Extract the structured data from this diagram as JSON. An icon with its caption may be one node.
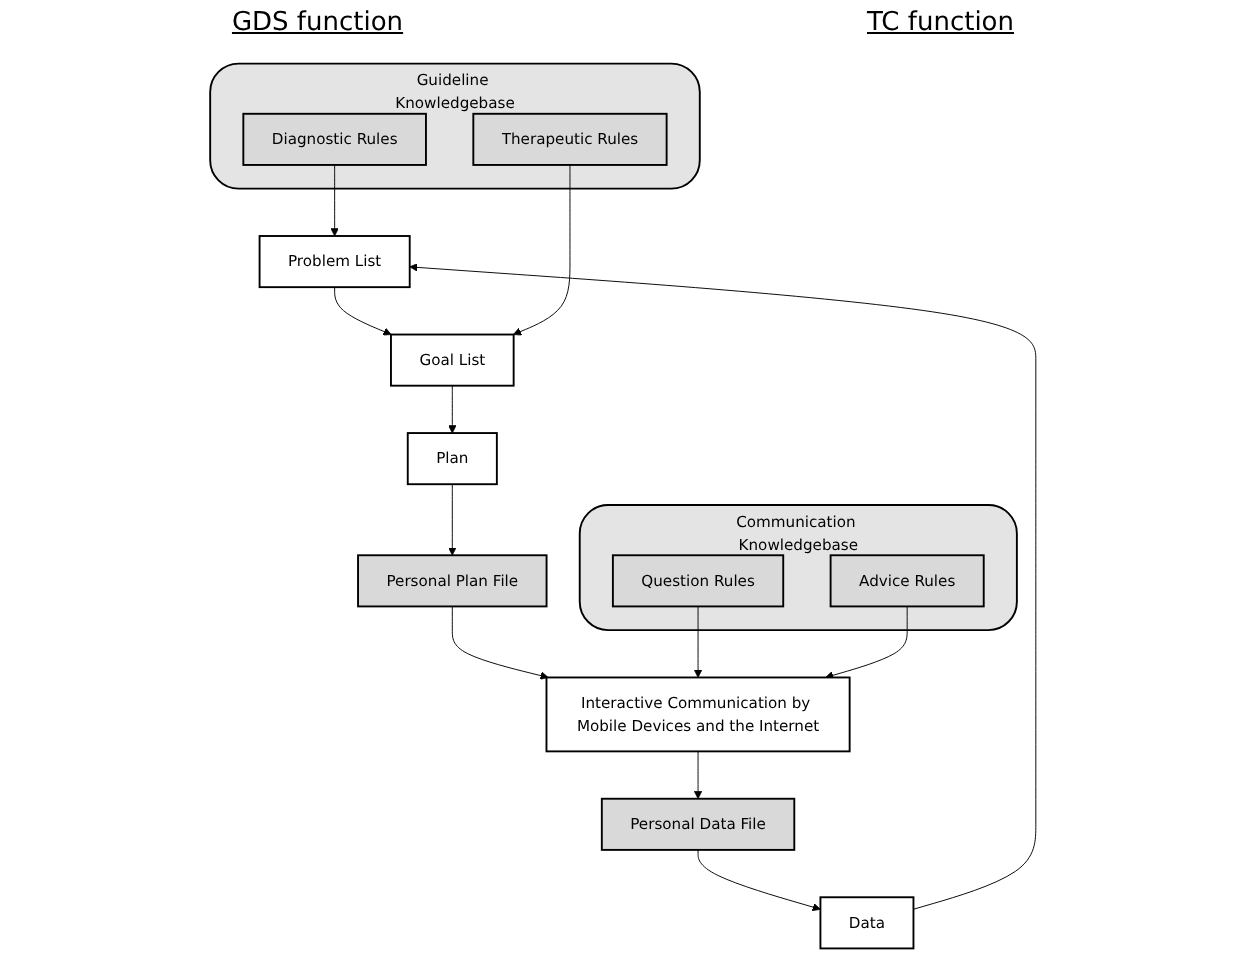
{
  "diagram": {
    "nodes": [
      {
        "text": [
          "Guideline Knowledgebase"
        ]
      },
      {
        "text": [
          "Diagnostic Rules"
        ],
        "in": 0
      },
      {
        "text": [
          "Therapeutic Rules"
        ],
        "in": 0
      },
      {
        "text": [
          "Data"
        ]
      },
      {
        "text": [
          "Problem List"
        ]
      },
      {
        "text": [
          "Goal List"
        ]
      },
      {
        "text": [
          "Plan"
        ]
      },
      {
        "text": [
          "Personal Data File"
        ]
      },
      {
        "text": [
          "Personal Plan File"
        ]
      },
      {
        "text": [
          "Communication Knowledgebase"
        ]
      },
      {
        "text": [
          "Question Rules"
        ],
        "in": 9
      },
      {
        "text": [
          "Advice Rules"
        ],
        "in": 9
      },
      {
        "text": [
          "Interactive Communication by Mobile Devices and the Internet"
        ]
      }
    ],
    "edges": [
      {
        "from": 7,
        "to": 3,
        "arrow": "to"
      },
      {
        "from": 3,
        "to": 4,
        "arrow": "to"
      },
      {
        "from": 1,
        "to": 4,
        "arrow": "to"
      },
      {
        "from": 4,
        "to": 5,
        "arrow": "to"
      },
      {
        "from": 2,
        "to": 5,
        "arrow": "to"
      },
      {
        "from": 5,
        "to": 6,
        "arrow": "to"
      },
      {
        "from": 6,
        "to": 8,
        "arrow": "to"
      },
      {
        "from": 8,
        "to": 12,
        "arrow": "to"
      },
      {
        "from": 10,
        "to": 12,
        "arrow": "to"
      },
      {
        "from": 11,
        "to": 12,
        "arrow": "to"
      },
      {
        "from": 12,
        "to": 7,
        "arrow": "to"
      }
    ],
    "labels": [
      "GDS function",
      "TC function"
    ]
  }
}
